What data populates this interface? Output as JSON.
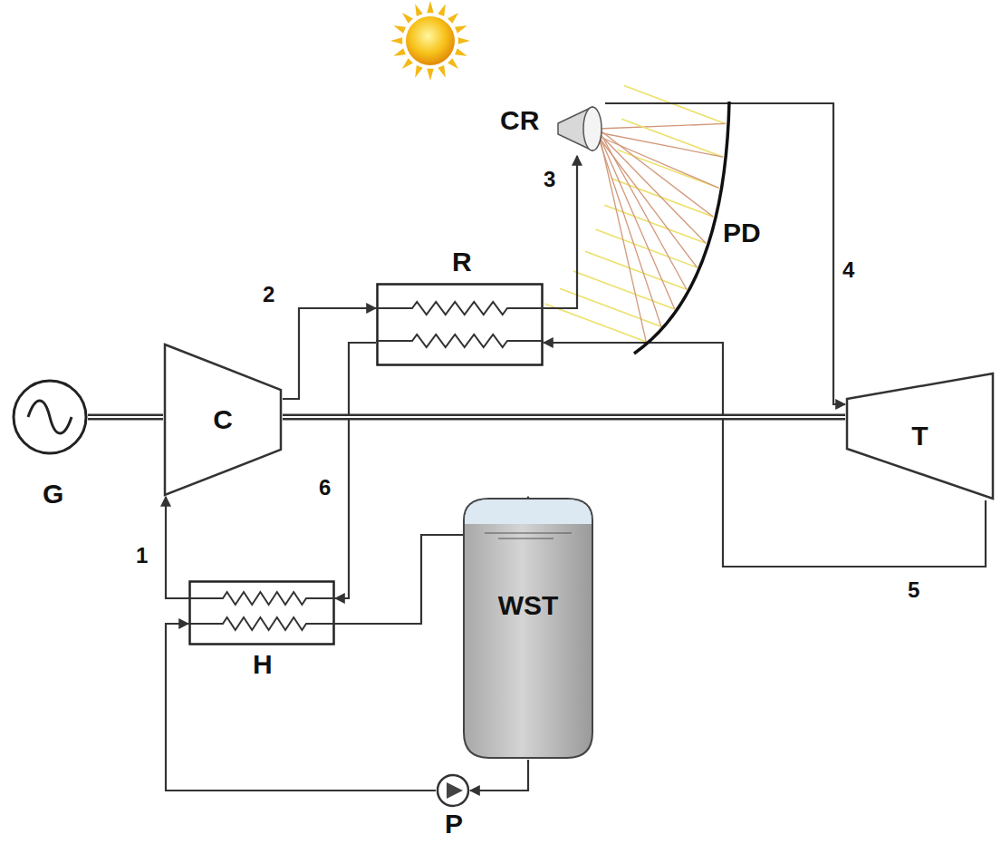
{
  "diagram": {
    "nodes": [
      {
        "text": [
          "CR"
        ]
      },
      {
        "text": [
          "PD"
        ]
      },
      {
        "text": [
          "R"
        ]
      },
      {
        "text": [
          "G"
        ]
      },
      {
        "text": [
          "C"
        ]
      },
      {
        "text": [
          "T"
        ]
      },
      {
        "text": [
          "H"
        ]
      },
      {
        "text": [
          "WST"
        ]
      },
      {
        "text": [
          "P"
        ]
      }
    ],
    "edges": [
      {
        "from": 4,
        "to": 2,
        "label": "2",
        "arrow": "to"
      },
      {
        "from": 2,
        "to": 0,
        "label": "3",
        "arrow": "to"
      },
      {
        "from": 0,
        "to": 5,
        "label": "4",
        "arrow": "to"
      },
      {
        "from": 5,
        "to": 2,
        "label": "5",
        "arrow": "to"
      },
      {
        "from": 2,
        "to": 6,
        "label": "6",
        "arrow": "to"
      },
      {
        "from": 6,
        "to": 4,
        "label": "1",
        "arrow": "to"
      },
      {
        "from": 3,
        "to": 4,
        "arrow": "none"
      },
      {
        "from": 4,
        "to": 5,
        "arrow": "none"
      },
      {
        "from": 6,
        "to": 7,
        "arrow": "to"
      },
      {
        "from": 7,
        "to": 8,
        "arrow": "to"
      },
      {
        "from": 8,
        "to": 6,
        "arrow": "to"
      }
    ]
  }
}
